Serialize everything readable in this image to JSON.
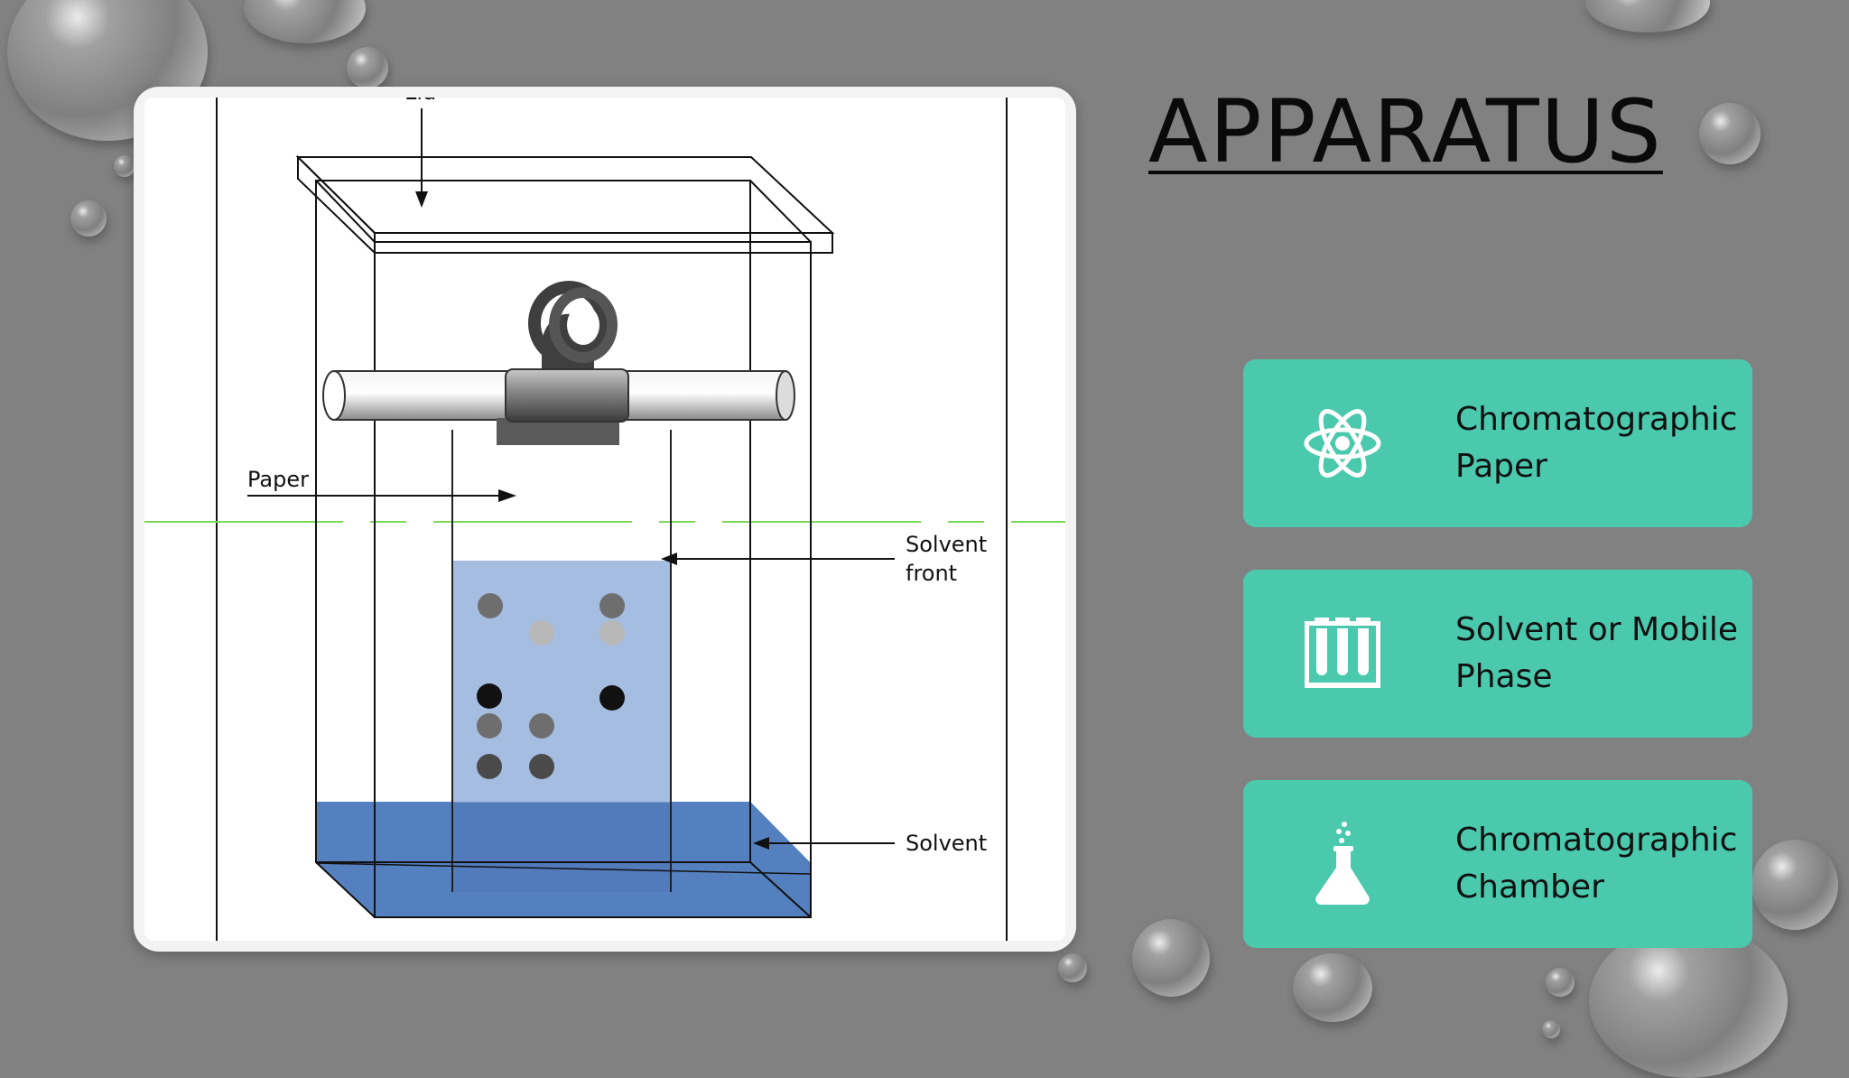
{
  "slide": {
    "title": "APPARATUS",
    "background_color": "#818181",
    "accent_color": "#4bc9ad"
  },
  "diagram": {
    "labels": {
      "lid": "Lid",
      "paper": "Paper",
      "solvent_front_line1": "Solvent",
      "solvent_front_line2": "front",
      "solvent": "Solvent"
    },
    "colors": {
      "paper_wet": "#a5bde0",
      "solvent": "#5580c0",
      "spot_dark": "#111111",
      "spot_mid": "#6e6e6e",
      "spot_light": "#b8b8b8"
    }
  },
  "features": [
    {
      "icon": "atom-icon",
      "label": "Chromatographic Paper"
    },
    {
      "icon": "test-tube-rack-icon",
      "label": "Solvent or Mobile Phase"
    },
    {
      "icon": "flask-icon",
      "label": "Chromatographic Chamber"
    }
  ]
}
